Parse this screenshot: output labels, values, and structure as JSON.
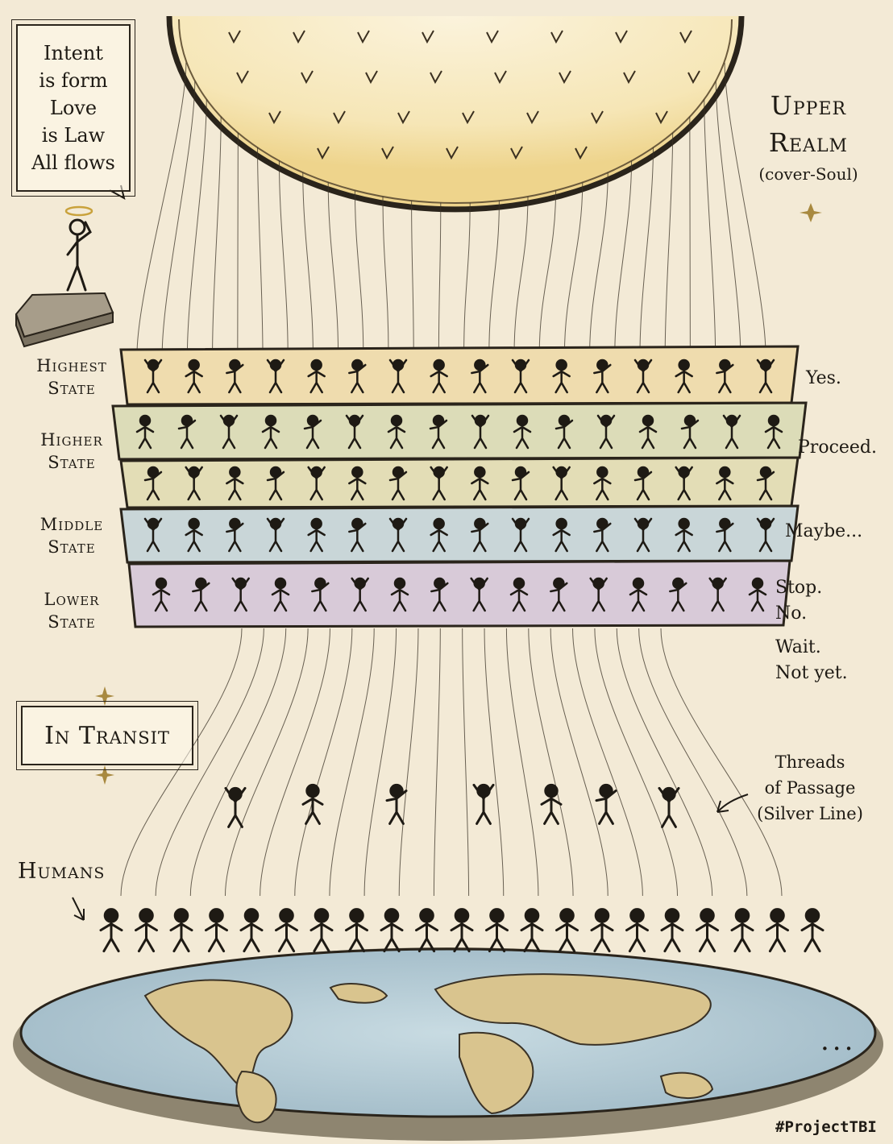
{
  "intent": {
    "lines": [
      "Intent",
      "is form",
      "Love",
      "is Law",
      "All flows"
    ]
  },
  "upper_realm": {
    "title_line1": "Upper",
    "title_line2": "Realm",
    "subtitle": "(cover-Soul)"
  },
  "states": [
    {
      "name_line1": "Highest",
      "name_line2": "State",
      "response": [
        "Yes."
      ],
      "color": "#efdcae"
    },
    {
      "name_line1": "Higher",
      "name_line2": "State",
      "response": [
        "Proceed."
      ],
      "color": "#dcdcb8"
    },
    {
      "name_line1": "",
      "name_line2": "",
      "response": [],
      "color": "#e3ddb6"
    },
    {
      "name_line1": "Middle",
      "name_line2": "State",
      "response": [
        "Maybe..."
      ],
      "color": "#c9d6d8"
    },
    {
      "name_line1": "Lower",
      "name_line2": "State",
      "response": [
        "Stop.",
        "No.",
        "Wait.",
        "Not yet."
      ],
      "color": "#d8cad8"
    }
  ],
  "transit": {
    "label": "In Transit"
  },
  "threads": {
    "line1": "Threads",
    "line2": "of Passage",
    "line3": "(Silver Line)"
  },
  "humans": {
    "label": "Humans"
  },
  "earth": {
    "ellipsis": "..."
  },
  "hashtag": "#ProjectTBI",
  "colors": {
    "paper": "#f3ead6",
    "ink": "#1e1a14",
    "sun_glow": "#f2d98c",
    "ocean": "#b9cfd8",
    "land": "#d9c48e"
  }
}
